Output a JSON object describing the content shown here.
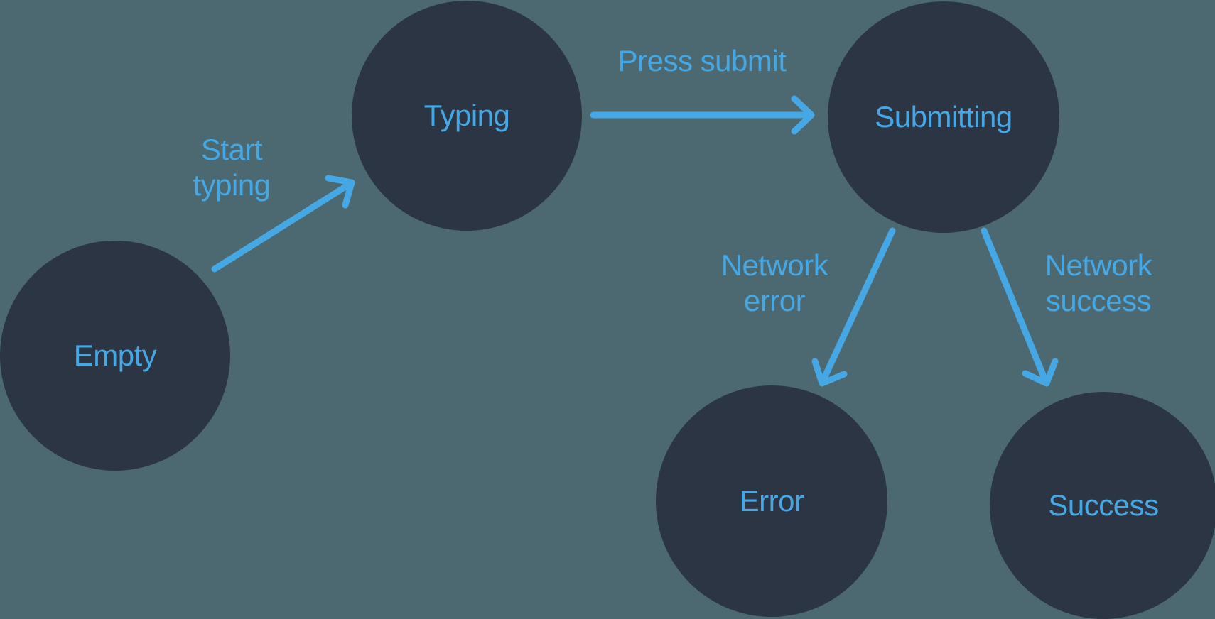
{
  "diagram": {
    "type": "state-machine",
    "nodes": [
      {
        "id": "empty",
        "label": "Empty"
      },
      {
        "id": "typing",
        "label": "Typing"
      },
      {
        "id": "submitting",
        "label": "Submitting"
      },
      {
        "id": "error",
        "label": "Error"
      },
      {
        "id": "success",
        "label": "Success"
      }
    ],
    "edges": [
      {
        "from": "empty",
        "to": "typing",
        "label": "Start typing",
        "label_lines": [
          "Start",
          "typing"
        ]
      },
      {
        "from": "typing",
        "to": "submitting",
        "label": "Press submit",
        "label_lines": [
          "Press submit"
        ]
      },
      {
        "from": "submitting",
        "to": "error",
        "label": "Network error",
        "label_lines": [
          "Network",
          "error"
        ]
      },
      {
        "from": "submitting",
        "to": "success",
        "label": "Network success",
        "label_lines": [
          "Network",
          "success"
        ]
      }
    ]
  },
  "colors": {
    "bg": "#4C6972",
    "node": "#2C3543",
    "accent": "#45A8E5"
  }
}
